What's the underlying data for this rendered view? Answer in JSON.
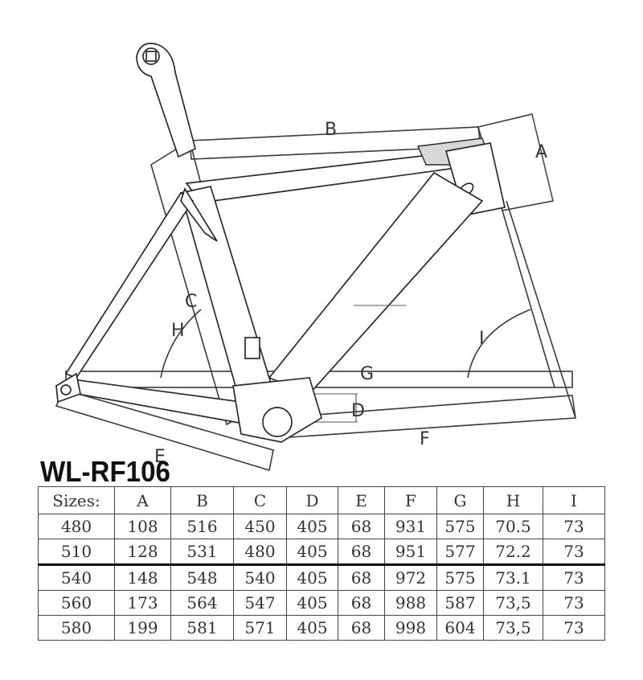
{
  "model": "WL-RF106",
  "dimension_labels": [
    "A",
    "B",
    "C",
    "D",
    "E",
    "F",
    "G",
    "H",
    "I"
  ],
  "table": {
    "headers": [
      "Sizes:",
      "A",
      "B",
      "C",
      "D",
      "E",
      "F",
      "G",
      "H",
      "I"
    ],
    "rows": [
      [
        "480",
        "108",
        "516",
        "450",
        "405",
        "68",
        "931",
        "575",
        "70.5",
        "73"
      ],
      [
        "510",
        "128",
        "531",
        "480",
        "405",
        "68",
        "951",
        "577",
        "72.2",
        "73"
      ],
      [
        "540",
        "148",
        "548",
        "540",
        "405",
        "68",
        "972",
        "575",
        "73.1",
        "73"
      ],
      [
        "560",
        "173",
        "564",
        "547",
        "405",
        "68",
        "988",
        "587",
        "73,5",
        "73"
      ],
      [
        "580",
        "199",
        "581",
        "571",
        "405",
        "68",
        "998",
        "604",
        "73,5",
        "73"
      ]
    ]
  }
}
